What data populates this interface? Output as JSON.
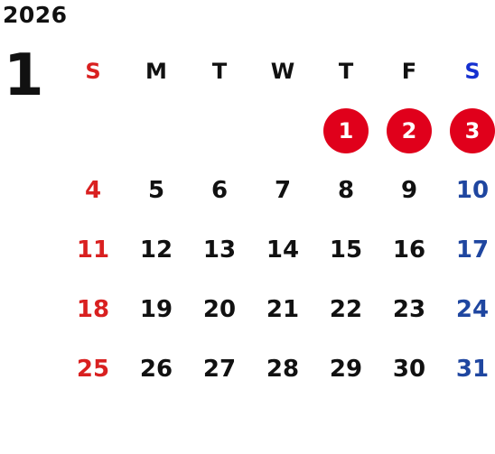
{
  "calendar": {
    "year": "2026",
    "month": "1",
    "weekdays": [
      "S",
      "M",
      "T",
      "W",
      "T",
      "F",
      "S"
    ],
    "weeks": [
      [
        "",
        "",
        "",
        "",
        "1",
        "2",
        "3"
      ],
      [
        "4",
        "5",
        "6",
        "7",
        "8",
        "9",
        "10"
      ],
      [
        "11",
        "12",
        "13",
        "14",
        "15",
        "16",
        "17"
      ],
      [
        "18",
        "19",
        "20",
        "21",
        "22",
        "23",
        "24"
      ],
      [
        "25",
        "26",
        "27",
        "28",
        "29",
        "30",
        "31"
      ]
    ]
  },
  "colors": {
    "sunday": "#d92020",
    "saturday": "#1f46a0",
    "holiday_circle": "#e0001b",
    "text": "#111111"
  }
}
